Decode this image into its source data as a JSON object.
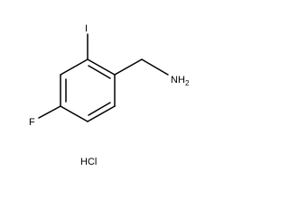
{
  "molecule": {
    "atoms": {
      "iodine": "I",
      "fluorine": "F",
      "amine": "NH",
      "amine_subscript": "2"
    },
    "salt": "HCl"
  }
}
